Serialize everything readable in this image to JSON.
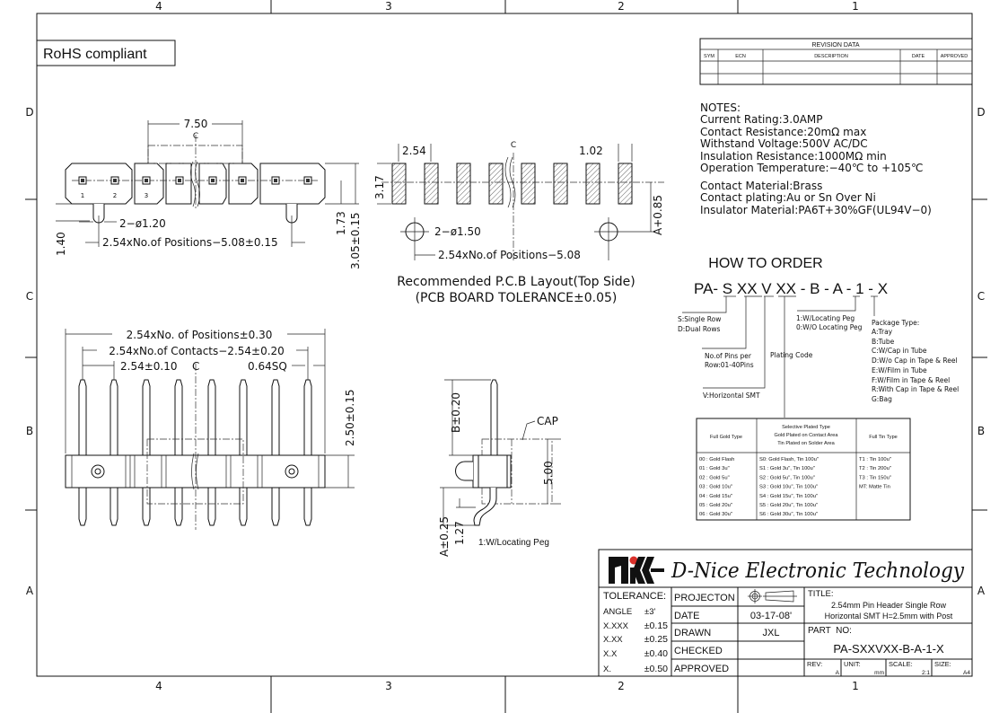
{
  "frame": {
    "zones_top": [
      "4",
      "3",
      "2",
      "1"
    ],
    "zones_bottom": [
      "4",
      "3",
      "2",
      "1"
    ],
    "rows_left": [
      "D",
      "C",
      "B",
      "A"
    ],
    "rows_right": [
      "D",
      "C",
      "B",
      "A"
    ]
  },
  "rohs_label": "RoHS compliant",
  "revision_table": {
    "title": "REVISION DATA",
    "columns": [
      "SYM",
      "ECN",
      "DESCRIPTION",
      "DATE",
      "APPROVED"
    ]
  },
  "notes": {
    "heading": "NOTES:",
    "lines": [
      "Current  Rating:3.0AMP",
      "Contact  Resistance:20mΩ max",
      "Withstand  Voltage:500V  AC/DC",
      "Insulation  Resistance:1000MΩ  min",
      "Operation  Temperature:−40℃  to  +105℃",
      "Contact  Material:Brass",
      "Contact  plating:Au  or  Sn  Over  Ni",
      "Insulator  Material:PA6T+30%GF(UL94V−0)"
    ]
  },
  "how_to_order": {
    "title": "HOW TO ORDER",
    "code": "PA- S XX V XX - B - A - 1 - X",
    "row_type": [
      "S:Single Row",
      "D:Dual Rows"
    ],
    "pins": [
      "No.of Pins per",
      "Row:01-40Pins"
    ],
    "plating_code": "Plating Code",
    "orientation": "V:Horizontal SMT",
    "peg": [
      "1:W/Locating Peg",
      "0:W/O Locating Peg"
    ],
    "package_title": "Package Type:",
    "package": [
      "A:Tray",
      "B:Tube",
      "C:W/Cap in Tube",
      "D:W/o Cap in Tape & Reel",
      "E:W/Film in Tube",
      "F:W/Film in Tape & Reel",
      "R:With Cap in Tape & Reel",
      "G:Bag"
    ]
  },
  "plating_table": {
    "headers": [
      [
        "Full Gold Type"
      ],
      [
        "Selective Plated Type",
        "Gold Plated on Contact Area",
        "Tin Plated on Solder Area"
      ],
      [
        "Full Tin Type"
      ]
    ],
    "full_gold": [
      "00 : Gold Flash",
      "01 : Gold 3u\"",
      "02 : Gold 5u\"",
      "03 : Gold 10u\"",
      "04 : Gold 15u\"",
      "05 : Gold 20u\"",
      "06 : Gold 30u\""
    ],
    "selective": [
      "S0: Gold Flash, Tin 100u\"",
      "S1 : Gold 3u\",   Tin 100u\"",
      "S2 : Gold 5u\",   Tin 100u\"",
      "S3 : Gold 10u\",  Tin 100u\"",
      "S4 : Gold 15u\",  Tin 100u\"",
      "S5 : Gold 20u\",  Tin 100u\"",
      "S6 : Gold 30u\",  Tin 100u\""
    ],
    "full_tin": [
      "T1 : Tin 100u\"",
      "T2 : Tin 200u\"",
      "T3 : Tin 150u\"",
      "MT: Matte Tin"
    ]
  },
  "top_view": {
    "dim_width": "7.50",
    "center": "C",
    "pin_numbers": [
      "1",
      "2",
      "3"
    ],
    "peg_dia": "2−ø1.20",
    "peg_pitch": "2.54xNo.of  Positions−5.08±0.15",
    "dim_140": "1.40",
    "dim_173": "1.73",
    "dim_305": "3.05±0.15"
  },
  "pcb_layout": {
    "pitch": "2.54",
    "pad_width": "1.02",
    "pad_len": "3.17",
    "offset": "A+0.85",
    "hole_dia": "2−ø1.50",
    "hole_pitch": "2.54xNo.of  Positions−5.08",
    "center": "C",
    "caption": [
      "Recommended  P.C.B  Layout(Top  Side)",
      "(PCB  BOARD  TOLERANCE±0.05)"
    ]
  },
  "front_view": {
    "overall": "2.54xNo.  of  Positions±0.30",
    "contacts": "2.54xNo.of  Contacts−2.54±0.20",
    "pitch": "2.54±0.10",
    "center": "C",
    "pin_size": "0.64SQ",
    "height": "2.50±0.15"
  },
  "side_view": {
    "cap": "CAP",
    "dim_b": "B±0.20",
    "dim_500": "5.00",
    "dim_a": "A±0.25",
    "dim_127": "1.27",
    "peg_note": "1:W/Locating Peg"
  },
  "title_block": {
    "company": "D-Nice Electronic Technology",
    "tolerance_label": "TOLERANCE:",
    "tolerances": [
      [
        "ANGLE",
        "±3'"
      ],
      [
        "X.XXX",
        "±0.15"
      ],
      [
        "X.XX",
        "±0.25"
      ],
      [
        "X.X",
        "±0.40"
      ],
      [
        "X.",
        "±0.50"
      ]
    ],
    "projection_label": "PROJECTON",
    "date_label": "DATE",
    "date": "03-17-08'",
    "drawn_label": "DRAWN",
    "drawn": "JXL",
    "checked_label": "CHECKED",
    "approved_label": "APPROVED",
    "title_label": "TITLE:",
    "title_lines": [
      "2.54mm Pin Header Single Row",
      "Horizontal SMT H=2.5mm with Post"
    ],
    "part_no_label": "PART  NO:",
    "part_no": "PA-SXXVXX-B-A-1-X",
    "rev_label": "REV:",
    "rev": "A",
    "unit_label": "UNIT:",
    "unit": "mm",
    "scale_label": "SCALE:",
    "scale": "2:1",
    "size_label": "SIZE:",
    "size": "A4"
  }
}
